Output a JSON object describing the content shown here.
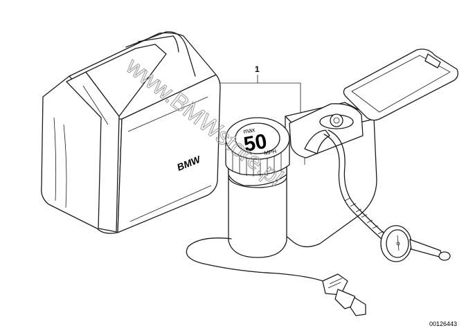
{
  "callout": "1",
  "diagram_id": "00126443",
  "bag": {
    "brand": "BMW"
  },
  "gauge_label": {
    "max": "max",
    "value": "50",
    "unit": "MPH"
  },
  "watermark": "www.BMWstore.pl"
}
